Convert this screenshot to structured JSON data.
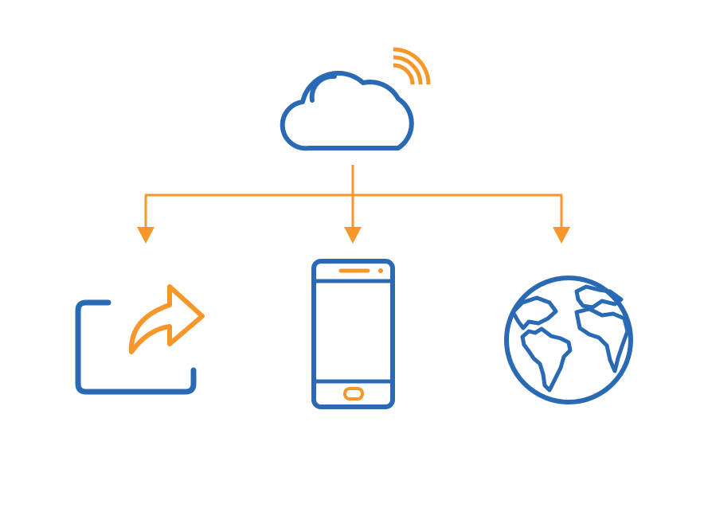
{
  "diagram": {
    "colors": {
      "primary_blue": "#2a6ab5",
      "accent_orange": "#f7962a",
      "background": "#ffffff"
    },
    "nodes": [
      {
        "id": "cloud",
        "icon": "cloud-wifi-icon"
      },
      {
        "id": "share",
        "icon": "share-icon"
      },
      {
        "id": "phone",
        "icon": "smartphone-icon"
      },
      {
        "id": "globe",
        "icon": "globe-icon"
      }
    ],
    "edges": [
      {
        "from": "cloud",
        "to": "share"
      },
      {
        "from": "cloud",
        "to": "phone"
      },
      {
        "from": "cloud",
        "to": "globe"
      }
    ]
  }
}
